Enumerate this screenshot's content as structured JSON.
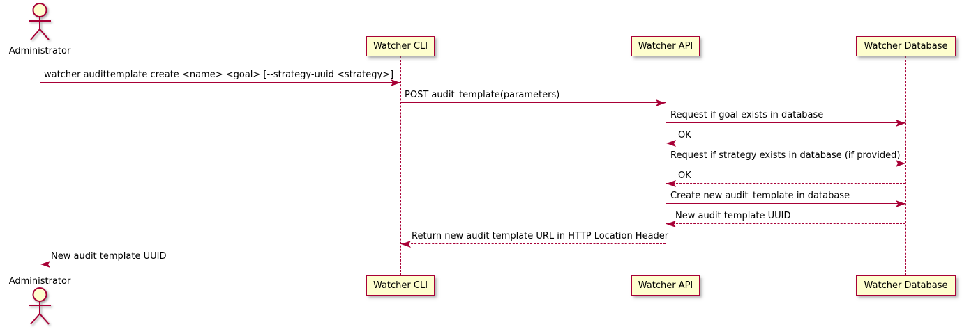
{
  "participants": [
    {
      "name": "Administrator",
      "kind": "actor"
    },
    {
      "name": "Watcher CLI",
      "kind": "participant"
    },
    {
      "name": "Watcher API",
      "kind": "participant"
    },
    {
      "name": "Watcher Database",
      "kind": "participant"
    }
  ],
  "messages": [
    {
      "from": "Administrator",
      "to": "Watcher CLI",
      "line": "solid",
      "text": "watcher audittemplate create <name> <goal> [--strategy-uuid <strategy>]"
    },
    {
      "from": "Watcher CLI",
      "to": "Watcher API",
      "line": "solid",
      "text": "POST audit_template(parameters)"
    },
    {
      "from": "Watcher API",
      "to": "Watcher Database",
      "line": "solid",
      "text": "Request if goal exists in database"
    },
    {
      "from": "Watcher Database",
      "to": "Watcher API",
      "line": "dashed",
      "text": "OK"
    },
    {
      "from": "Watcher API",
      "to": "Watcher Database",
      "line": "solid",
      "text": "Request if strategy exists in database (if provided)"
    },
    {
      "from": "Watcher Database",
      "to": "Watcher API",
      "line": "dashed",
      "text": "OK"
    },
    {
      "from": "Watcher API",
      "to": "Watcher Database",
      "line": "solid",
      "text": "Create new audit_template in database"
    },
    {
      "from": "Watcher Database",
      "to": "Watcher API",
      "line": "dashed",
      "text": "New audit template UUID"
    },
    {
      "from": "Watcher API",
      "to": "Watcher CLI",
      "line": "dashed",
      "text": "Return new audit template URL in HTTP Location Header"
    },
    {
      "from": "Watcher CLI",
      "to": "Administrator",
      "line": "dashed",
      "text": "New audit template UUID"
    }
  ],
  "colors": {
    "line": "#A80036",
    "participant_fill": "#FEFECE",
    "text": "#000000",
    "background": "#FFFFFF"
  }
}
